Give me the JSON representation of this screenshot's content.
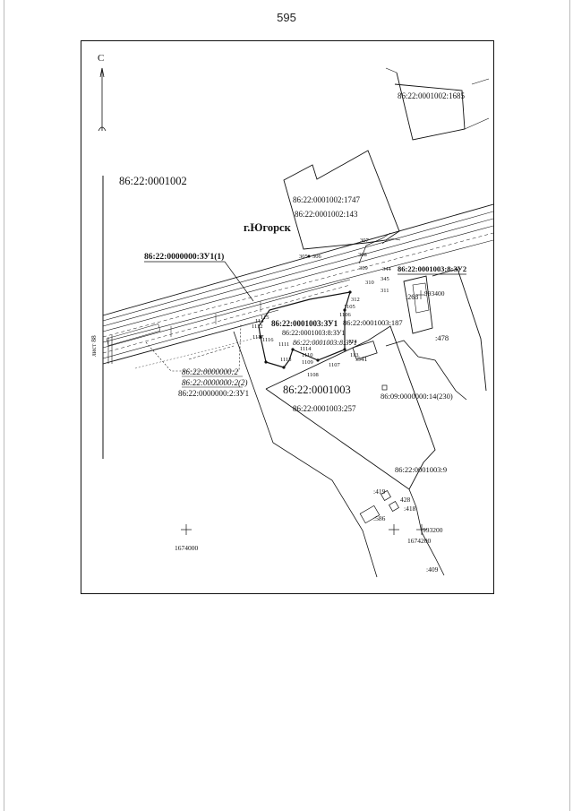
{
  "page": {
    "number": "595"
  },
  "map": {
    "north": "С",
    "sheet_label": "лист 88",
    "city": "г.Югорск",
    "quarters": {
      "q1002": "86:22:0001002",
      "q1003": "86:22:0001003"
    },
    "parcels": {
      "p1685": "86:22:0001002:1685",
      "p1747": "86:22:0001002:1747",
      "p143": "86:22:0001002:143",
      "zu1_1": "86:22:0000000:ЗУ1(1)",
      "zu2": "86:22:0001003:8:ЗУ2",
      "p187": "86:22:0001003:187",
      "zu1": "86:22:0001003:ЗУ1",
      "p8zu1": "86:22:0001003:8:ЗУ1",
      "p8zu1b": "86:22:0001003:8:ЗУ1",
      "p257": "86:22:0001003:257",
      "p2": "86:22:0000000:2",
      "p2_2": "86:22:0000000:2(2)",
      "p2zu1": "86:22:0000000:2:ЗУ1",
      "p14_230": "86:09:0000000:14(230)",
      "p9": "86:22:0001003:9",
      "s268": ":268",
      "s478": ":478",
      "s541": ":541",
      "s419": ":419",
      "s428": "428",
      "s418": ":418",
      "s586": ":586",
      "s409": ":409"
    },
    "grid": {
      "g1": "993400",
      "g2": "993200",
      "g3": "1674200",
      "g4": "1674000"
    },
    "points": [
      "307",
      "305",
      "306",
      "308",
      "309",
      "344",
      "345",
      "310",
      "311",
      "312",
      "1105",
      "1106",
      "1114",
      "1113",
      "1116",
      "1117",
      "1115",
      "1112",
      "1111",
      "1110",
      "1109",
      "1108",
      "1107",
      "113",
      "114",
      "115"
    ]
  }
}
